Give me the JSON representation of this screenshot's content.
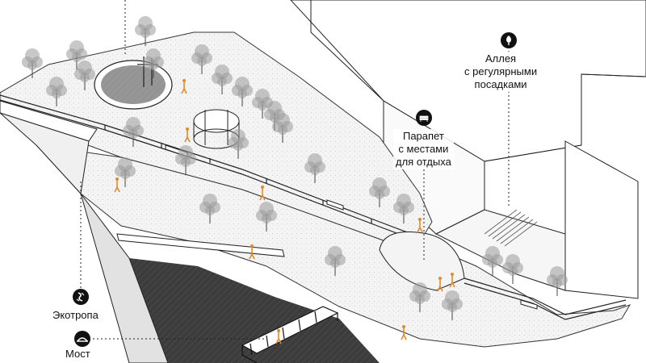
{
  "colors": {
    "ink": "#111111",
    "water": "#3a3a3a",
    "paving": "#ececec",
    "tree": "#9a9a9a",
    "people": "#e08a2a"
  },
  "callouts": {
    "alley": {
      "icon": "tree-icon",
      "lines": [
        "Аллея",
        "с регулярными",
        "посадками"
      ]
    },
    "parapet": {
      "icon": "bench-icon",
      "lines": [
        "Парапет",
        "с местами",
        "для отдыха"
      ]
    },
    "ecotrail": {
      "icon": "trail-icon",
      "label": "Экотропа"
    },
    "bridge": {
      "icon": "bridge-icon",
      "label": "Мост"
    }
  }
}
